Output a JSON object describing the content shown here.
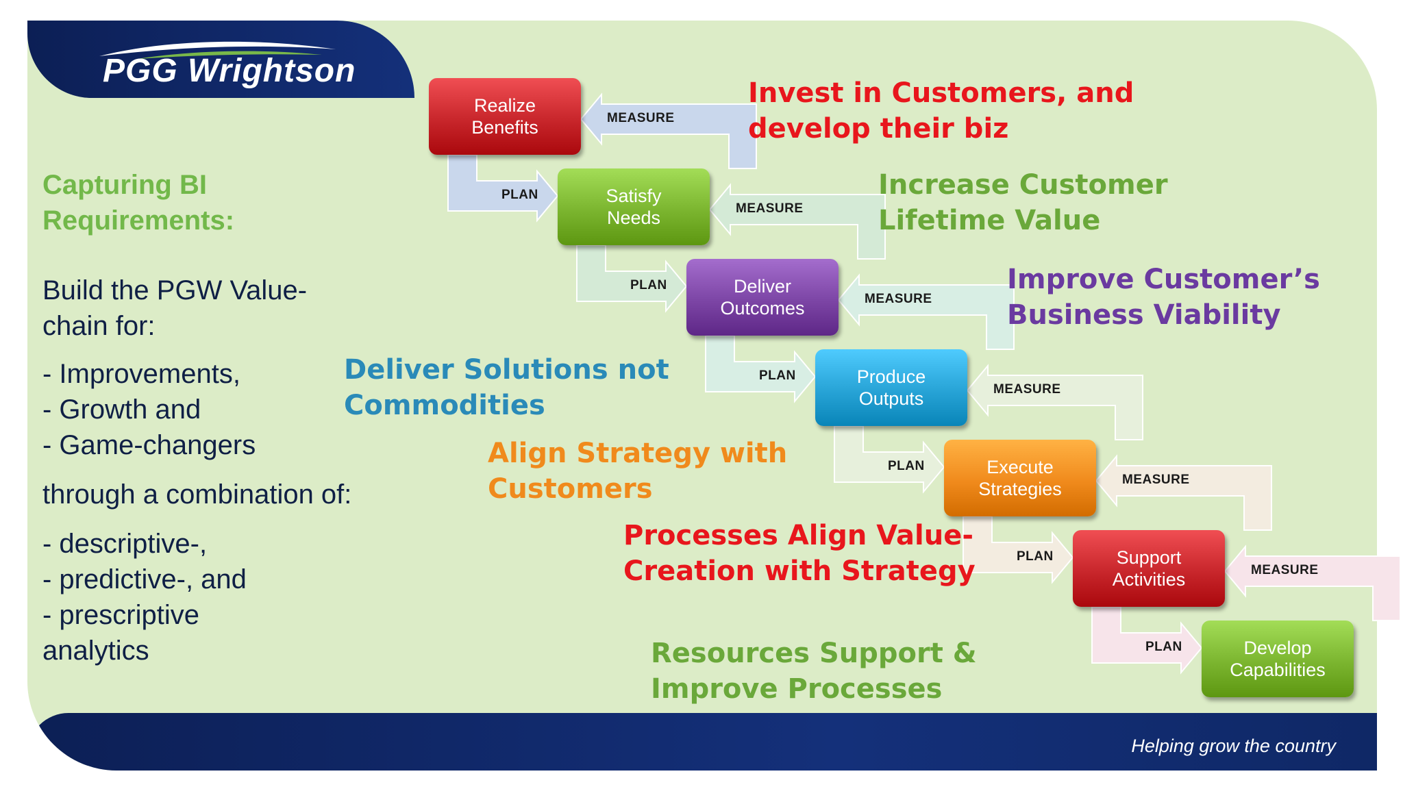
{
  "logo": {
    "text": "PGG Wrightson"
  },
  "footer": {
    "tagline": "Helping grow the country"
  },
  "left_panel": {
    "heading": "Capturing BI\nRequirements:",
    "intro": "Build the PGW Value-\nchain for:",
    "list1": "- Improvements,\n- Growth and\n- Game-changers",
    "through": "through a combination of:",
    "list2": "- descriptive-,\n- predictive-, and\n- prescriptive\n   analytics"
  },
  "chain": {
    "steps": [
      {
        "label": "Realize\nBenefits",
        "color": "#c8262b"
      },
      {
        "label": "Satisfy\nNeeds",
        "color": "#7bb52f"
      },
      {
        "label": "Deliver\nOutcomes",
        "color": "#7c45a5"
      },
      {
        "label": "Produce\nOutputs",
        "color": "#27a3d6"
      },
      {
        "label": "Execute\nStrategies",
        "color": "#f08a1c"
      },
      {
        "label": "Support\nActivities",
        "color": "#c8262b"
      },
      {
        "label": "Develop\nCapabilities",
        "color": "#7bb52f"
      }
    ],
    "plan_label": "PLAN",
    "measure_label": "MEASURE"
  },
  "captions": [
    {
      "text": "Invest in Customers, and\ndevelop their biz",
      "color": "#e8161c"
    },
    {
      "text": "Increase Customer\nLifetime Value",
      "color": "#6aa83a"
    },
    {
      "text": "Improve Customer’s\nBusiness Viability",
      "color": "#6a3aa0"
    },
    {
      "text": "Deliver Solutions not\nCommodities",
      "color": "#2a8ab8"
    },
    {
      "text": "Align Strategy with\nCustomers",
      "color": "#f08a1c"
    },
    {
      "text": "Processes Align Value-\nCreation with Strategy",
      "color": "#e8161c"
    },
    {
      "text": "Resources Support &\nImprove Processes",
      "color": "#6aa83a"
    }
  ],
  "colors": {
    "heading": "#72b84a",
    "body_text": "#0f1f45",
    "navy": "#14307a"
  }
}
